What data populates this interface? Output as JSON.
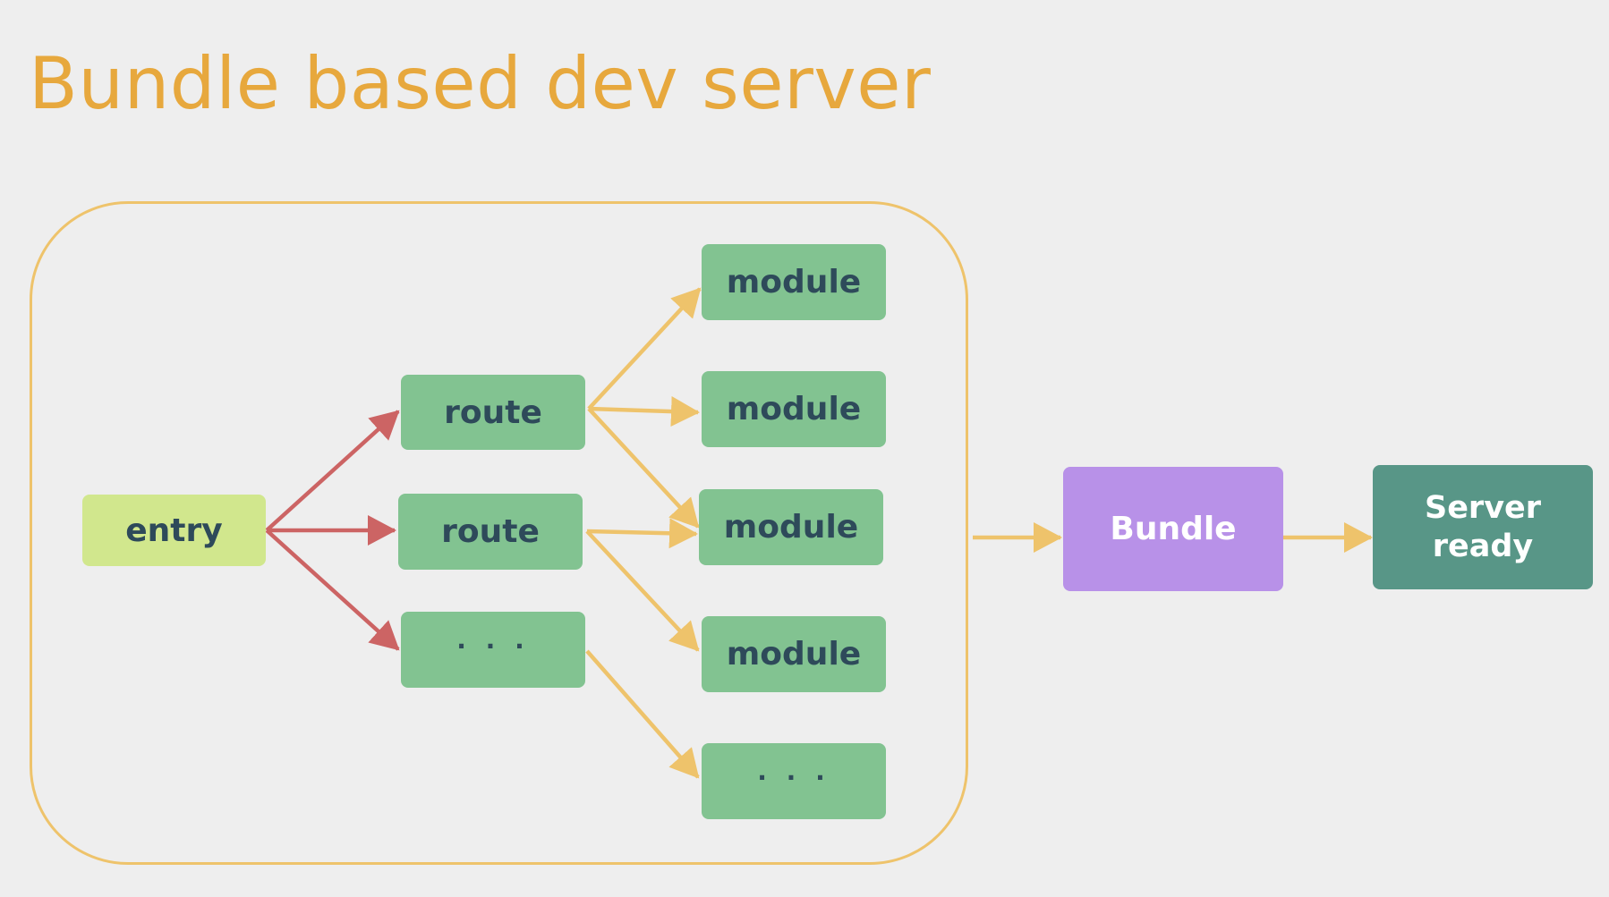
{
  "title": "Bundle based dev server",
  "colors": {
    "background": "#eeeeee",
    "title": "#e7a83d",
    "frame": "#eec36b",
    "entry": "#d1e78d",
    "route_module": "#82c391",
    "bundle": "#b891e8",
    "server_ready": "#589687",
    "arrow_entry": "#cc6464",
    "arrow_other": "#eec36b",
    "node_text": "#2e4a5a"
  },
  "nodes": {
    "entry": "entry",
    "routes": [
      "route",
      "route",
      "· · ·"
    ],
    "modules": [
      "module",
      "module",
      "module",
      "module",
      "· · ·"
    ],
    "bundle": "Bundle",
    "server_ready": "Server ready"
  },
  "edges": [
    {
      "from": "entry",
      "to": "route-1"
    },
    {
      "from": "entry",
      "to": "route-2"
    },
    {
      "from": "entry",
      "to": "route-3"
    },
    {
      "from": "route-1",
      "to": "module-1"
    },
    {
      "from": "route-1",
      "to": "module-2"
    },
    {
      "from": "route-1",
      "to": "module-3"
    },
    {
      "from": "route-2",
      "to": "module-3"
    },
    {
      "from": "route-2",
      "to": "module-4"
    },
    {
      "from": "route-3",
      "to": "module-5"
    },
    {
      "from": "dependency-graph",
      "to": "bundle"
    },
    {
      "from": "bundle",
      "to": "server-ready"
    }
  ]
}
